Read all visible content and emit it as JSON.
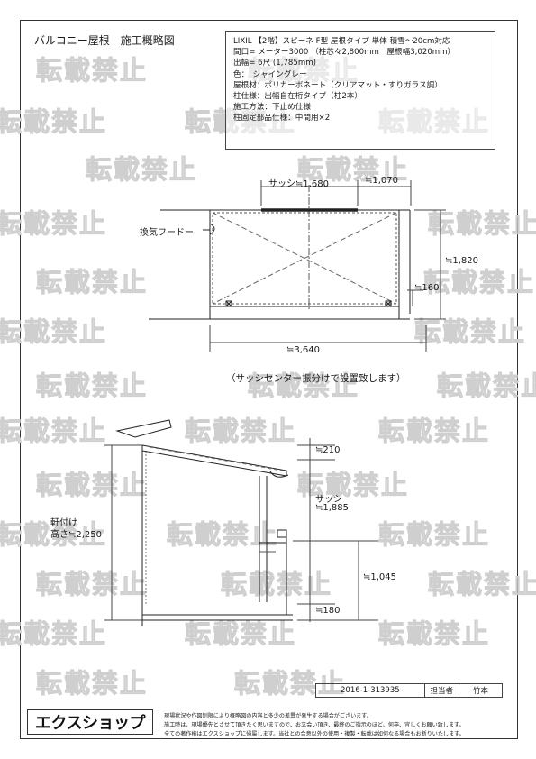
{
  "title": "バルコニー屋根　施工概略図",
  "spec_lines": [
    "LIXIL 【2階】スピーネ F型 屋根タイプ 単体 積雪〜20cm対応",
    "間口= メーター3000 （柱芯々2,800mm　屋根幅3,020mm）",
    "出幅= 6尺 (1,785mm)",
    "色：　シャイングレー",
    "屋根材：ポリカーボネート（クリアマット・すりガラス調）",
    "柱仕様：出幅自在桁タイプ（柱2本）",
    "施工方法：下止め仕様",
    "柱固定部品仕様：中間用×2"
  ],
  "plan": {
    "sash_label": "サッシ≒1,680",
    "offset_label": "≒1,070",
    "vent_label": "換気フードー",
    "depth_label": "≒1,820",
    "post_offset_label": "≒160",
    "width_label": "≒3,640",
    "note": "（サッシセンター振分けで設置致します）"
  },
  "section": {
    "eave_label_line1": "軒付け",
    "eave_label_line2": "高さ≒2,250",
    "top_gap_label": "≒210",
    "sash_label_line1": "サッシ",
    "sash_label_line2": "≒1,885",
    "rail_label": "≒1,045",
    "floor_gap_label": "≒180"
  },
  "footer": {
    "doc_number": "2016-1-313935",
    "staff_label": "担当者",
    "staff_name": "竹本"
  },
  "logo_text": "エクスショップ",
  "disclaimer_lines": [
    "現場状況や作図制限により概略図の内容と多少の差異が発生する場合がございます。",
    "施工時は、現場優先とさせて頂きたく思いますので、お立会い頂き、最終のご指示のほど、何卒、宜しくお願い致します。",
    "全ての著作権はエクスショップに帰属します。当社との合意以外の使用・複製・転載は如何なる場合もお断りいたします。"
  ],
  "watermark_text": "転載禁止"
}
